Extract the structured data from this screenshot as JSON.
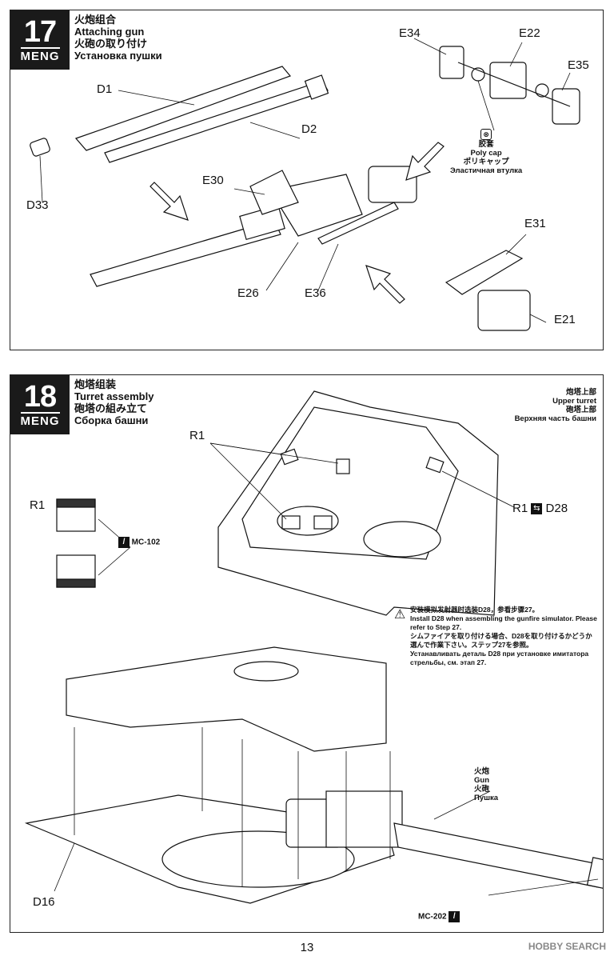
{
  "step17": {
    "number": "17",
    "brand": "MENG",
    "title_zh": "火炮组合",
    "title_en": "Attaching gun",
    "title_ja": "火砲の取り付け",
    "title_ru": "Установка пушки",
    "labels": {
      "d1": "D1",
      "d2": "D2",
      "d33": "D33",
      "e30": "E30",
      "e26": "E26",
      "e36": "E36",
      "e34": "E34",
      "e22": "E22",
      "e35": "E35",
      "e31": "E31",
      "e21": "E21"
    },
    "polycap": {
      "zh": "胶套",
      "en": "Poly cap",
      "ja": "ポリキャップ",
      "ru": "Эластичная втулка"
    }
  },
  "step18": {
    "number": "18",
    "brand": "MENG",
    "title_zh": "炮塔组装",
    "title_en": "Turret assembly",
    "title_ja": "砲塔の組み立て",
    "title_ru": "Сборка башни",
    "upper_turret": {
      "zh": "炮塔上部",
      "en": "Upper turret",
      "ja": "砲塔上部",
      "ru": "Верхняя часть башни"
    },
    "labels": {
      "r1_top": "R1",
      "r1_left": "R1",
      "r1_right": "R1",
      "d28": "D28",
      "d16": "D16",
      "mc102": "MC-102",
      "mc202": "MC-202"
    },
    "gun": {
      "zh": "火炮",
      "en": "Gun",
      "ja": "火砲",
      "ru": "Пушка"
    },
    "notes": [
      "安装模拟发射器时选装D28，参看步骤27。",
      "Install D28 when assembling the gunfire simulator. Please refer to Step 27.",
      "シムファイアを取り付ける場合、D28を取り付けるかどうか選んで作業下さい。ステップ27を参照。",
      "Устанавливать деталь D28 при установке имитатора стрельбы, см. этап 27."
    ]
  },
  "page_number": "13",
  "watermark": "HOBBY SEARCH"
}
